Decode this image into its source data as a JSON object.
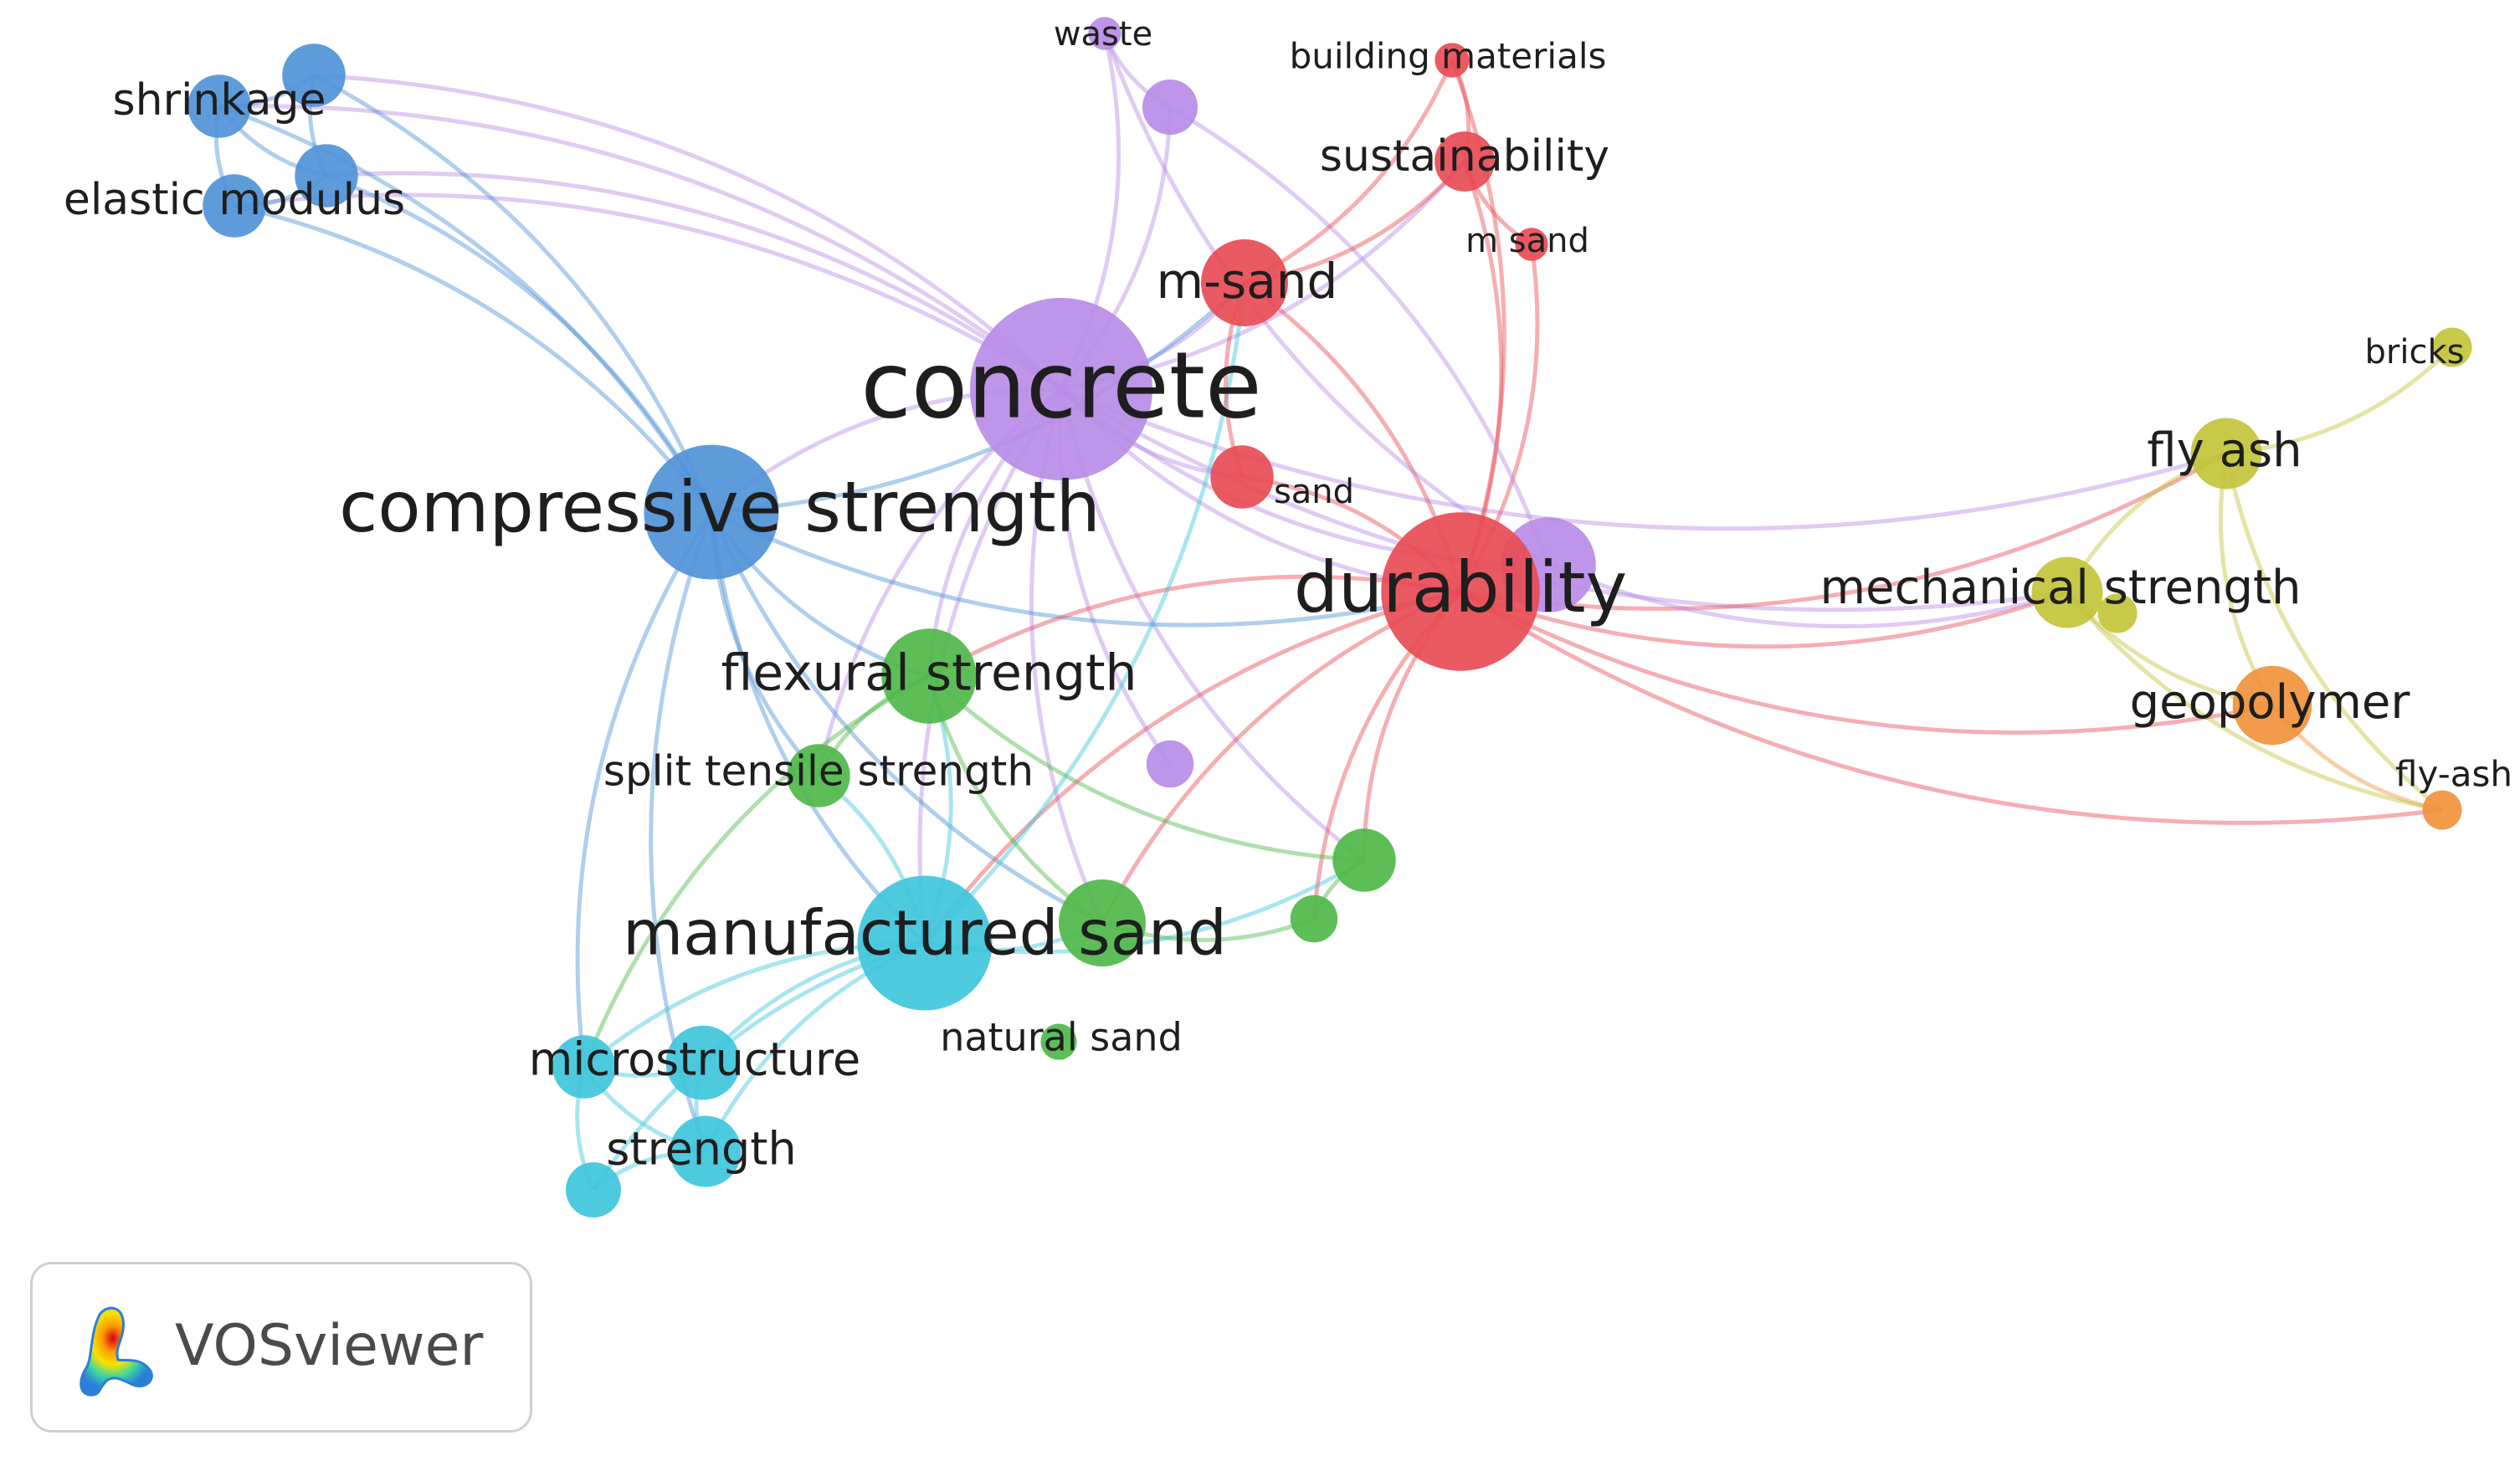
{
  "colors": {
    "blue": "#4f92d8",
    "purple": "#b98ce6",
    "red": "#e84c55",
    "green": "#4fb84a",
    "cyan": "#3fc6dc",
    "yellow": "#c3c33a",
    "orange": "#f0923c"
  },
  "network": {
    "nodes": [
      {
        "id": "concrete",
        "label": "concrete",
        "cluster": "purple",
        "weight": 10
      },
      {
        "id": "compressive strength",
        "label": "compressive strength",
        "cluster": "blue",
        "weight": 7
      },
      {
        "id": "durability",
        "label": "durability",
        "cluster": "red",
        "weight": 8.5
      },
      {
        "id": "durability-p",
        "label": "",
        "cluster": "purple",
        "weight": 4.5
      },
      {
        "id": "manufactured sand",
        "label": "manufactured sand",
        "cluster": "cyan",
        "weight": 7
      },
      {
        "id": "flexural strength",
        "label": "flexural strength",
        "cluster": "green",
        "weight": 4.5
      },
      {
        "id": "m-sand",
        "label": "m-sand",
        "cluster": "red",
        "weight": 4
      },
      {
        "id": "split tensile strength",
        "label": "split tensile strength",
        "cluster": "green",
        "weight": 2.5
      },
      {
        "id": "natural sand-node",
        "label": "",
        "cluster": "green",
        "weight": 4
      },
      {
        "id": "natural sand",
        "label": "natural sand",
        "cluster": "green",
        "weight": 0.8
      },
      {
        "id": "microstructure",
        "label": "microstructure",
        "cluster": "cyan",
        "weight": 2.5
      },
      {
        "id": "microstructure-2",
        "label": "",
        "cluster": "cyan",
        "weight": 3.2
      },
      {
        "id": "strength",
        "label": "strength",
        "cluster": "cyan",
        "weight": 3
      },
      {
        "id": "strength-2",
        "label": "",
        "cluster": "cyan",
        "weight": 2
      },
      {
        "id": "shrinkage",
        "label": "shrinkage",
        "cluster": "blue",
        "weight": 2.5
      },
      {
        "id": "shrinkage-2",
        "label": "",
        "cluster": "blue",
        "weight": 2.5
      },
      {
        "id": "elastic modulus",
        "label": "elastic modulus",
        "cluster": "blue",
        "weight": 2.5
      },
      {
        "id": "elastic modulus-2",
        "label": "",
        "cluster": "blue",
        "weight": 2.5
      },
      {
        "id": "waste",
        "label": "waste",
        "cluster": "purple",
        "weight": 0.6
      },
      {
        "id": "waste-2",
        "label": "",
        "cluster": "purple",
        "weight": 2
      },
      {
        "id": "purple-small",
        "label": "",
        "cluster": "purple",
        "weight": 1.5
      },
      {
        "id": "building materials",
        "label": "building materials",
        "cluster": "red",
        "weight": 0.7
      },
      {
        "id": "sustainability",
        "label": "sustainability",
        "cluster": "red",
        "weight": 2.3
      },
      {
        "id": "m sand",
        "label": "m sand",
        "cluster": "red",
        "weight": 0.6
      },
      {
        "id": "sand",
        "label": "sand",
        "cluster": "red",
        "weight": 2.5
      },
      {
        "id": "green-a",
        "label": "",
        "cluster": "green",
        "weight": 2.5
      },
      {
        "id": "green-b",
        "label": "",
        "cluster": "green",
        "weight": 1.5
      },
      {
        "id": "fly ash",
        "label": "fly ash",
        "cluster": "yellow",
        "weight": 3
      },
      {
        "id": "mechanical strength",
        "label": "mechanical strength",
        "cluster": "yellow",
        "weight": 3
      },
      {
        "id": "mechanical strength-2",
        "label": "",
        "cluster": "yellow",
        "weight": 1
      },
      {
        "id": "bricks",
        "label": "bricks",
        "cluster": "yellow",
        "weight": 1
      },
      {
        "id": "geopolymer",
        "label": "geopolymer",
        "cluster": "orange",
        "weight": 3.5
      },
      {
        "id": "fly-ash",
        "label": "fly-ash",
        "cluster": "orange",
        "weight": 1
      }
    ],
    "links": [
      [
        "concrete",
        "compressive strength"
      ],
      [
        "concrete",
        "durability"
      ],
      [
        "concrete",
        "manufactured sand"
      ],
      [
        "concrete",
        "flexural strength"
      ],
      [
        "concrete",
        "m-sand"
      ],
      [
        "concrete",
        "shrinkage"
      ],
      [
        "concrete",
        "shrinkage-2"
      ],
      [
        "concrete",
        "elastic modulus"
      ],
      [
        "concrete",
        "elastic modulus-2"
      ],
      [
        "concrete",
        "waste"
      ],
      [
        "concrete",
        "waste-2"
      ],
      [
        "concrete",
        "sustainability"
      ],
      [
        "concrete",
        "sand"
      ],
      [
        "concrete",
        "split tensile strength"
      ],
      [
        "concrete",
        "natural sand-node"
      ],
      [
        "concrete",
        "green-a"
      ],
      [
        "concrete",
        "purple-small"
      ],
      [
        "concrete",
        "durability-p"
      ],
      [
        "concrete",
        "fly ash"
      ],
      [
        "concrete",
        "mechanical strength"
      ],
      [
        "compressive strength",
        "shrinkage"
      ],
      [
        "compressive strength",
        "shrinkage-2"
      ],
      [
        "compressive strength",
        "elastic modulus"
      ],
      [
        "compressive strength",
        "elastic modulus-2"
      ],
      [
        "compressive strength",
        "manufactured sand"
      ],
      [
        "compressive strength",
        "flexural strength"
      ],
      [
        "compressive strength",
        "durability"
      ],
      [
        "compressive strength",
        "microstructure"
      ],
      [
        "compressive strength",
        "strength"
      ],
      [
        "compressive strength",
        "split tensile strength"
      ],
      [
        "compressive strength",
        "natural sand-node"
      ],
      [
        "compressive strength",
        "m-sand"
      ],
      [
        "durability",
        "m-sand"
      ],
      [
        "durability",
        "sustainability"
      ],
      [
        "durability",
        "m sand"
      ],
      [
        "durability",
        "building materials"
      ],
      [
        "durability",
        "sand"
      ],
      [
        "durability",
        "fly ash"
      ],
      [
        "durability",
        "mechanical strength"
      ],
      [
        "durability",
        "geopolymer"
      ],
      [
        "durability",
        "green-a"
      ],
      [
        "durability",
        "green-b"
      ],
      [
        "durability",
        "natural sand-node"
      ],
      [
        "durability",
        "manufactured sand"
      ],
      [
        "durability",
        "flexural strength"
      ],
      [
        "durability",
        "fly-ash"
      ],
      [
        "durability-p",
        "waste-2"
      ],
      [
        "durability-p",
        "mechanical strength"
      ],
      [
        "manufactured sand",
        "flexural strength"
      ],
      [
        "manufactured sand",
        "microstructure"
      ],
      [
        "manufactured sand",
        "microstructure-2"
      ],
      [
        "manufactured sand",
        "strength"
      ],
      [
        "manufactured sand",
        "strength-2"
      ],
      [
        "manufactured sand",
        "split tensile strength"
      ],
      [
        "manufactured sand",
        "natural sand-node"
      ],
      [
        "manufactured sand",
        "green-a"
      ],
      [
        "manufactured sand",
        "m-sand"
      ],
      [
        "flexural strength",
        "split tensile strength"
      ],
      [
        "flexural strength",
        "green-a"
      ],
      [
        "flexural strength",
        "natural sand-node"
      ],
      [
        "flexural strength",
        "microstructure"
      ],
      [
        "microstructure",
        "strength"
      ],
      [
        "microstructure",
        "strength-2"
      ],
      [
        "microstructure-2",
        "strength"
      ],
      [
        "strength",
        "strength-2"
      ],
      [
        "microstructure",
        "microstructure-2"
      ],
      [
        "shrinkage",
        "shrinkage-2"
      ],
      [
        "shrinkage",
        "elastic modulus"
      ],
      [
        "shrinkage",
        "elastic modulus-2"
      ],
      [
        "shrinkage-2",
        "elastic modulus-2"
      ],
      [
        "elastic modulus",
        "elastic modulus-2"
      ],
      [
        "waste",
        "waste-2"
      ],
      [
        "waste",
        "durability-p"
      ],
      [
        "m-sand",
        "sustainability"
      ],
      [
        "m-sand",
        "building materials"
      ],
      [
        "sustainability",
        "building materials"
      ],
      [
        "sustainability",
        "m sand"
      ],
      [
        "m-sand",
        "sand"
      ],
      [
        "fly ash",
        "mechanical strength"
      ],
      [
        "fly ash",
        "geopolymer"
      ],
      [
        "fly ash",
        "bricks"
      ],
      [
        "mechanical strength",
        "geopolymer"
      ],
      [
        "geopolymer",
        "fly-ash"
      ],
      [
        "mechanical strength",
        "fly-ash"
      ],
      [
        "fly ash",
        "fly-ash"
      ],
      [
        "green-a",
        "green-b"
      ],
      [
        "natural sand-node",
        "green-b"
      ]
    ]
  },
  "logo": {
    "text": "VOSviewer",
    "icon": "vosviewer-logo-icon"
  }
}
